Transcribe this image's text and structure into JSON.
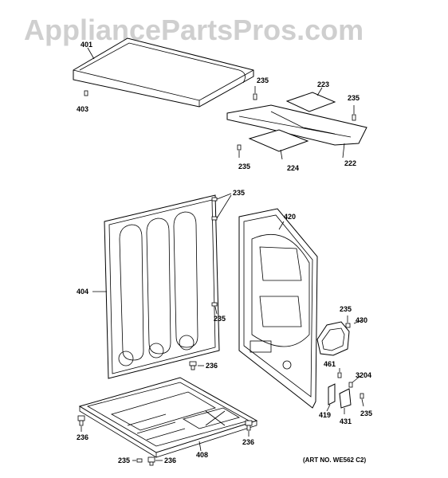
{
  "watermark": "AppliancePartsPros.com",
  "art_number": "(ART NO. WE562 C2)",
  "callouts": {
    "top_panel": "401",
    "top_screw": "403",
    "screw_a": "235",
    "cover_223": "223",
    "screw_b": "235",
    "screw_c": "235",
    "bracket_224": "224",
    "bracket_222": "222",
    "screws_rear_top": "235",
    "front_panel": "420",
    "rear_panel": "404",
    "screw_rear_mid": "235",
    "screw_front_small": "235",
    "door_430": "430",
    "screw_236_a": "236",
    "part_461": "461",
    "part_3204": "3204",
    "part_419": "419",
    "part_431": "431",
    "screw_235_bottom_right": "235",
    "foot_236_left": "236",
    "foot_236_right": "236",
    "base_408": "408",
    "screw_235_bottom": "235",
    "foot_236_bottom": "236"
  }
}
